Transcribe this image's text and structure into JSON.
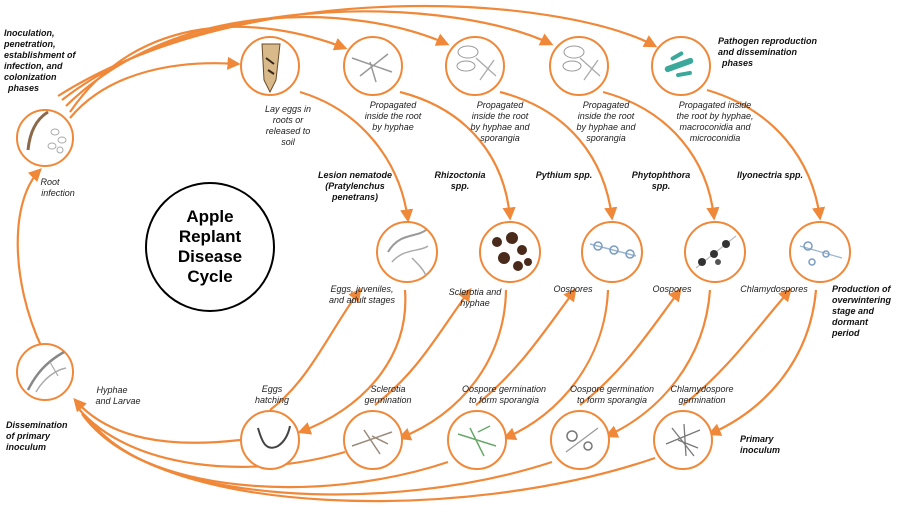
{
  "title_lines": [
    "Apple",
    "Replant",
    "Disease",
    "Cycle"
  ],
  "left_labels": {
    "inoculation": [
      "Inoculation,",
      "penetration,",
      "establishment of",
      "infection, and",
      "colonization",
      "phases"
    ],
    "root_infection": [
      "Root",
      "infection"
    ],
    "hyphae_larvae": [
      "Hyphae",
      "and Larvae"
    ],
    "dissemination": [
      "Dissemination",
      "of primary",
      "inoculum"
    ]
  },
  "right_labels": {
    "pathogen_reproduction": [
      "Pathogen reproduction",
      "and dissemination",
      "phases"
    ],
    "overwintering": [
      "Production of",
      "overwintering",
      "stage and",
      "dormant",
      "period"
    ],
    "primary_inoculum": [
      "Primary",
      "inoculum"
    ]
  },
  "top_captions": [
    [
      "Lay eggs in",
      "roots or",
      "released to",
      "soil"
    ],
    [
      "Propagated",
      "inside the root",
      "by hyphae"
    ],
    [
      "Propagated",
      "inside the root",
      "by hyphae and",
      "sporangia"
    ],
    [
      "Propagated",
      "inside the root",
      "by hyphae and",
      "sporangia"
    ],
    [
      "Propagated inside",
      "the root by hyphae,",
      "macroconidia and",
      "microconidia"
    ]
  ],
  "pathogens": [
    [
      "Lesion nematode",
      "(Pratylenchus",
      "penetrans)"
    ],
    [
      "Rhizoctonia",
      "spp."
    ],
    [
      "Pythium spp."
    ],
    [
      "Phytophthora",
      "spp."
    ],
    [
      "Ilyonectria spp."
    ]
  ],
  "mid_captions": [
    [
      "Eggs, juveniles,",
      "and adult stages"
    ],
    [
      "Sclerotia and",
      "hyphae"
    ],
    [
      "Oospores"
    ],
    [
      "Oospores"
    ],
    [
      "Chlamydospores"
    ]
  ],
  "bottom_captions": [
    [
      "Eggs",
      "hatching"
    ],
    [
      "Sclerotia",
      "germination"
    ],
    [
      "Oospore germination",
      "to form sporangia"
    ],
    [
      "Oospore germination",
      "to form sporangia"
    ],
    [
      "Chlamydospore",
      "germination"
    ]
  ],
  "colors": {
    "arrow": "#f0883a",
    "node_border": "#f0883a",
    "text": "#222222"
  },
  "icons": {
    "root_node": "root-tissue-icon",
    "top_nodes": [
      "root-tip-icon",
      "hyphae-icon",
      "leaf-hyphae-icon",
      "leaf-sporangia-icon",
      "macroconidia-icon"
    ],
    "mid_nodes": [
      "nematode-icon",
      "sclerotia-icon",
      "oospore-chain-icon",
      "oospore-dots-icon",
      "chlamydospore-icon"
    ],
    "bottom_nodes": [
      "hatching-larvae-icon",
      "sclerotia-germination-icon",
      "sporangia-germination-icon",
      "oospore-germination-icon",
      "chlamydospore-germination-icon"
    ],
    "dissemination_node": "hyphae-larvae-icon"
  }
}
